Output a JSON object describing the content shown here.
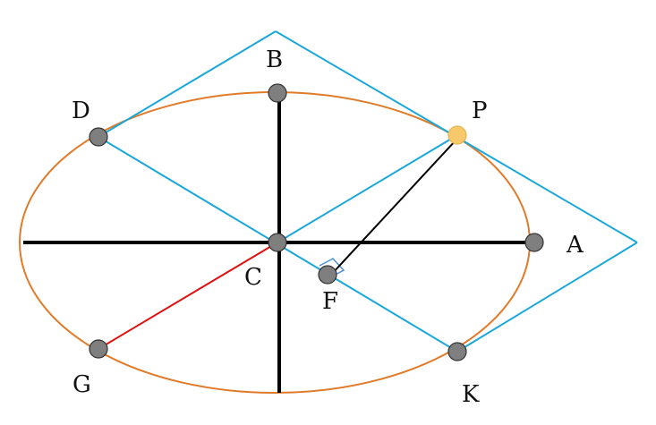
{
  "diagram": {
    "labels": {
      "B": "B",
      "D": "D",
      "P": "P",
      "A": "A",
      "C": "C",
      "F": "F",
      "G": "G",
      "K": "K"
    },
    "colors": {
      "ellipse": "#e07b2a",
      "tangent_lines": "#1aa7d9",
      "axes": "#000000",
      "radius_cg": "#e01010",
      "segment_pf": "#000000",
      "point_fill": "#7f7f7f",
      "point_highlight": "#f7c96b",
      "right_angle_marker": "#4a8fd8"
    }
  }
}
